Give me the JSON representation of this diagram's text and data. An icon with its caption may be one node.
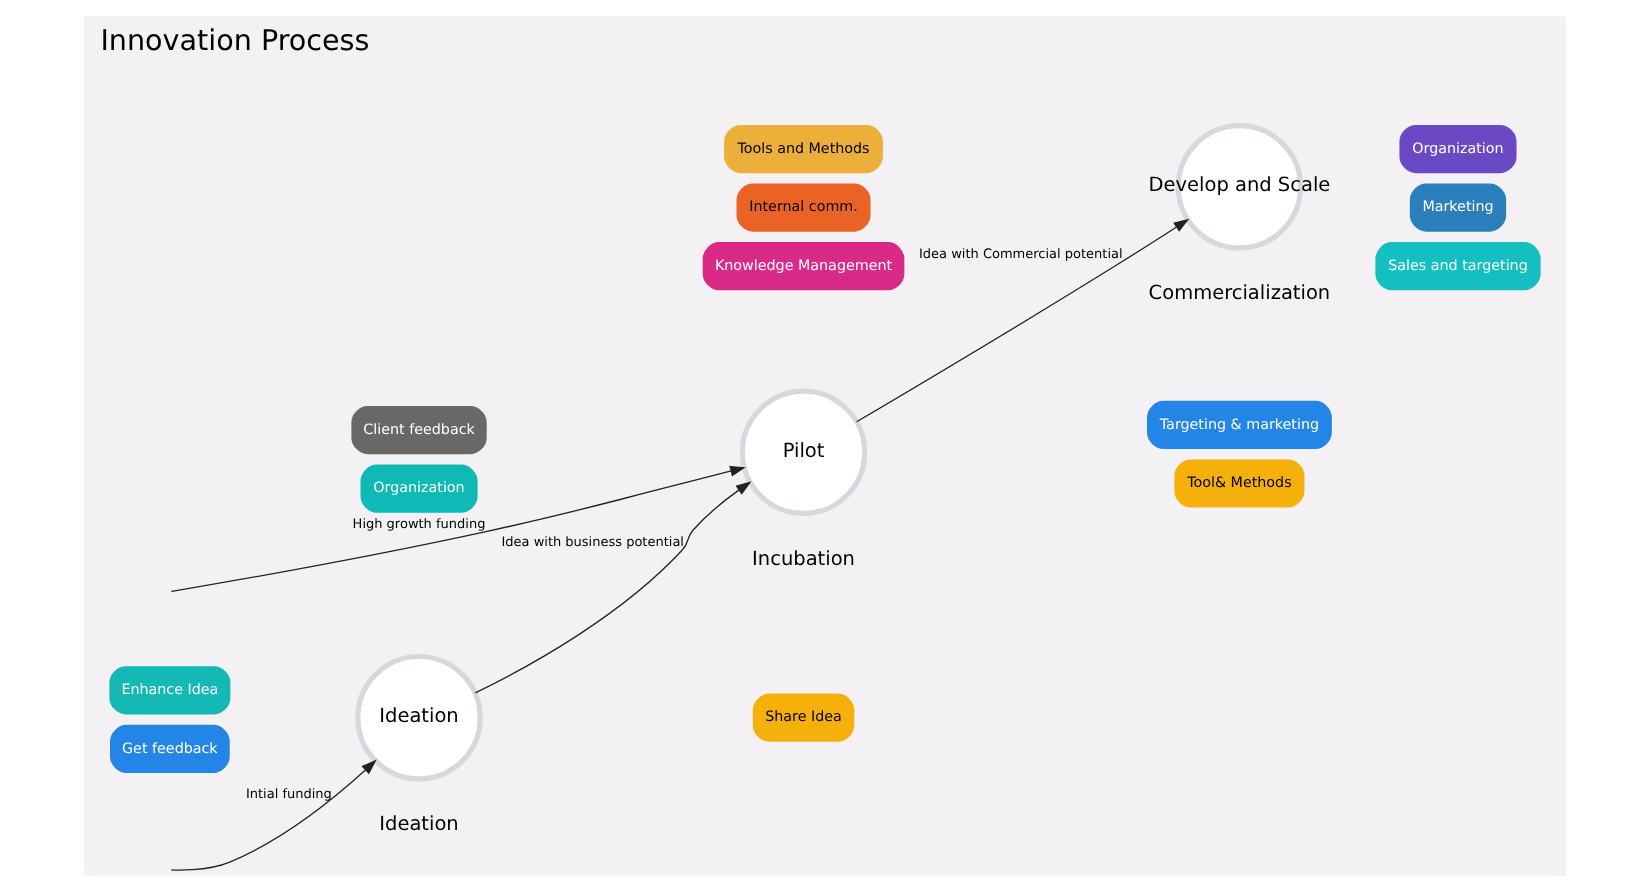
{
  "diagram": {
    "title": "Innovation Process",
    "nodes": [
      {
        "text": [
          "Enhance Idea"
        ]
      },
      {
        "text": [
          "Share Idea"
        ]
      },
      {
        "text": [
          "Ideation"
        ]
      },
      {
        "text": [
          "Get feedback"
        ]
      },
      {
        "text": [
          "Client feedback"
        ]
      },
      {
        "text": [
          "Tool& Methods"
        ]
      },
      {
        "text": [
          "Pilot"
        ]
      },
      {
        "text": [
          "Organization"
        ]
      },
      {
        "text": [
          "Targeting & marketing"
        ]
      },
      {
        "text": [
          "Sales and targeting"
        ]
      },
      {
        "text": [
          "Tools and Methods"
        ]
      },
      {
        "text": [
          "Marketing"
        ]
      },
      {
        "text": [
          "Internal comm."
        ]
      },
      {
        "text": [
          "Develop and Scale"
        ]
      },
      {
        "text": [
          "Organization"
        ]
      },
      {
        "text": [
          "Knowledge Management"
        ]
      }
    ],
    "edges": [
      {
        "from": 2,
        "to": 6,
        "arrow": "to",
        "label": "Idea with business potential"
      },
      {
        "from": 6,
        "to": 13,
        "arrow": "to",
        "label": "Idea with Commercial potential"
      },
      {
        "from": null,
        "to": 2,
        "arrow": "to",
        "label": "Intial funding"
      },
      {
        "from": null,
        "to": 6,
        "arrow": "to",
        "label": "High growth funding"
      }
    ],
    "labels": [
      "Ideation",
      "Incubation",
      "Commercialization"
    ]
  }
}
